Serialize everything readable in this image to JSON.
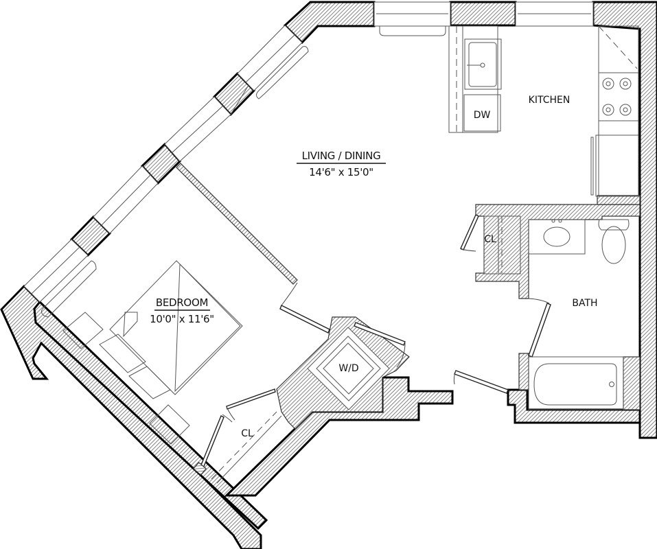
{
  "plan": {
    "type": "apartment-floor-plan",
    "rooms": {
      "living": {
        "name": "LIVING / DINING",
        "size": "14'6\" x 15'0\""
      },
      "bedroom": {
        "name": "BEDROOM",
        "size": "10'0\" x 11'6\""
      },
      "kitchen": {
        "name": "KITCHEN"
      },
      "bath": {
        "name": "BATH"
      },
      "closet_hall": {
        "name": "CL"
      },
      "closet_bedroom": {
        "name": "CL"
      },
      "laundry": {
        "name": "W/D"
      },
      "dishwasher": {
        "name": "DW"
      }
    },
    "colors": {
      "wall_stroke": "#000000",
      "hatch": "#555555",
      "fixture": "#555555",
      "background": "#ffffff"
    }
  }
}
